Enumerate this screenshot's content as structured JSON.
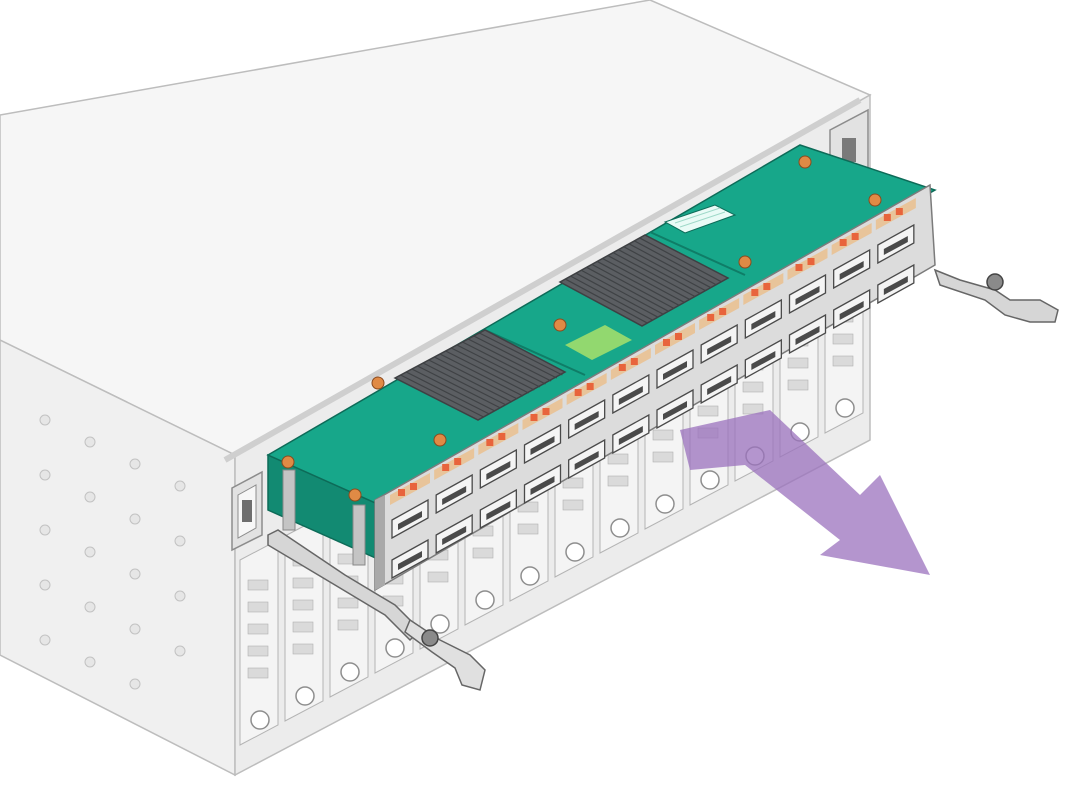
{
  "figure": {
    "colors": {
      "chassis": "#f3f3f3",
      "chassis_edge": "#b8b8b8",
      "board": "#17a78a",
      "board_dark": "#128a72",
      "heatsink": "#5b5e62",
      "faceplate": "#dcdcdc",
      "port": "#4a4a4a",
      "led": "#e8643c",
      "led_pad": "#e8c49a",
      "arrow": "#9b72be",
      "handle": "#d6d6d6",
      "label": "#e9fbf6"
    },
    "icons": {
      "arrow": "removal-direction-arrow-icon",
      "power_inlet": "power-inlet-icon"
    },
    "module": {
      "port_rows": 2,
      "ports_per_row": 12
    },
    "rear_slots": 14
  }
}
